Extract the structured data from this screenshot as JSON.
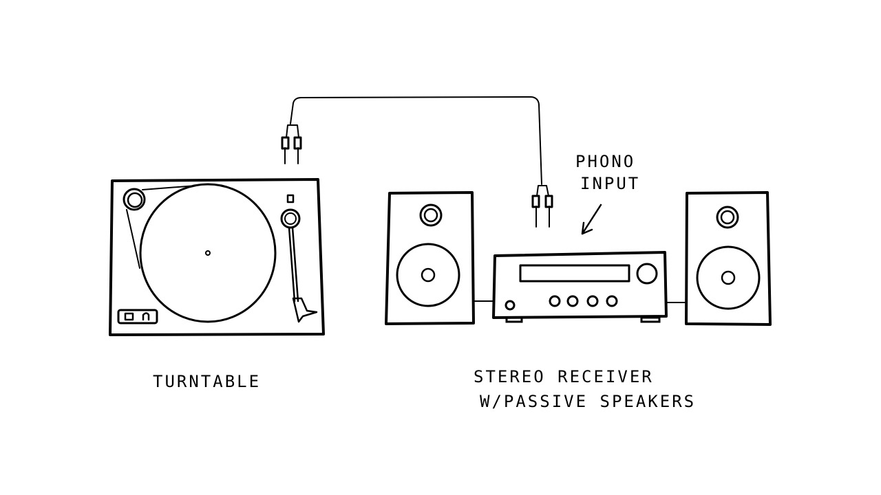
{
  "labels": {
    "turntable": "TURNTABLE",
    "receiver_line1": "STEREO RECEIVER",
    "receiver_line2": "W/PASSIVE SPEAKERS",
    "phono_line1": "PHONO",
    "phono_line2": "INPUT"
  },
  "colors": {
    "ink": "#000000",
    "background": "#ffffff"
  }
}
